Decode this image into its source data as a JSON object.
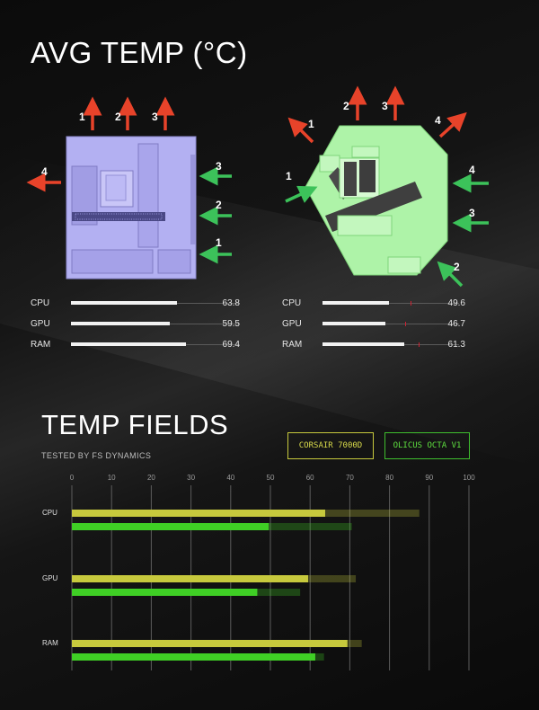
{
  "header": {
    "title": "AVG TEMP (°C)"
  },
  "diagrams": {
    "left": {
      "out": [
        "1",
        "2",
        "3",
        "4"
      ],
      "in": [
        "3",
        "2",
        "1"
      ]
    },
    "right": {
      "out": [
        "1",
        "2",
        "3",
        "4"
      ],
      "in": [
        "1",
        "4",
        "3",
        "2"
      ]
    },
    "colors": {
      "exhaust": "#e8432a",
      "intake": "#3cc25a",
      "left_case": "#b3b0f2",
      "right_case": "#aef3a8"
    }
  },
  "stats": {
    "left": [
      {
        "label": "CPU",
        "value": "63.8"
      },
      {
        "label": "GPU",
        "value": "59.5"
      },
      {
        "label": "RAM",
        "value": "69.4"
      }
    ],
    "right": [
      {
        "label": "CPU",
        "value": "49.6"
      },
      {
        "label": "GPU",
        "value": "46.7"
      },
      {
        "label": "RAM",
        "value": "61.3"
      }
    ]
  },
  "section": {
    "title": "TEMP FIELDS",
    "subtitle": "TESTED BY FS DYNAMICS"
  },
  "legend": [
    {
      "name": "CORSAIR 7000D",
      "color": "#c7c93d"
    },
    {
      "name": "OLICUS OCTA V1",
      "color": "#3fcf25"
    }
  ],
  "chart_data": {
    "type": "bar",
    "orientation": "horizontal",
    "categories": [
      "CPU",
      "GPU",
      "RAM"
    ],
    "x_ticks": [
      "0",
      "10",
      "20",
      "30",
      "40",
      "50",
      "60",
      "70",
      "80",
      "90",
      "100"
    ],
    "xlim": [
      0,
      100
    ],
    "grid": true,
    "series": [
      {
        "name": "CORSAIR 7000D",
        "color": "#c7c93d",
        "values": [
          63.8,
          59.5,
          69.4
        ],
        "max": [
          87.5,
          71.5,
          73.0
        ]
      },
      {
        "name": "OLICUS OCTA V1",
        "color": "#3fcf25",
        "values": [
          49.6,
          46.7,
          61.3
        ],
        "max": [
          70.5,
          57.5,
          63.5
        ]
      }
    ]
  }
}
